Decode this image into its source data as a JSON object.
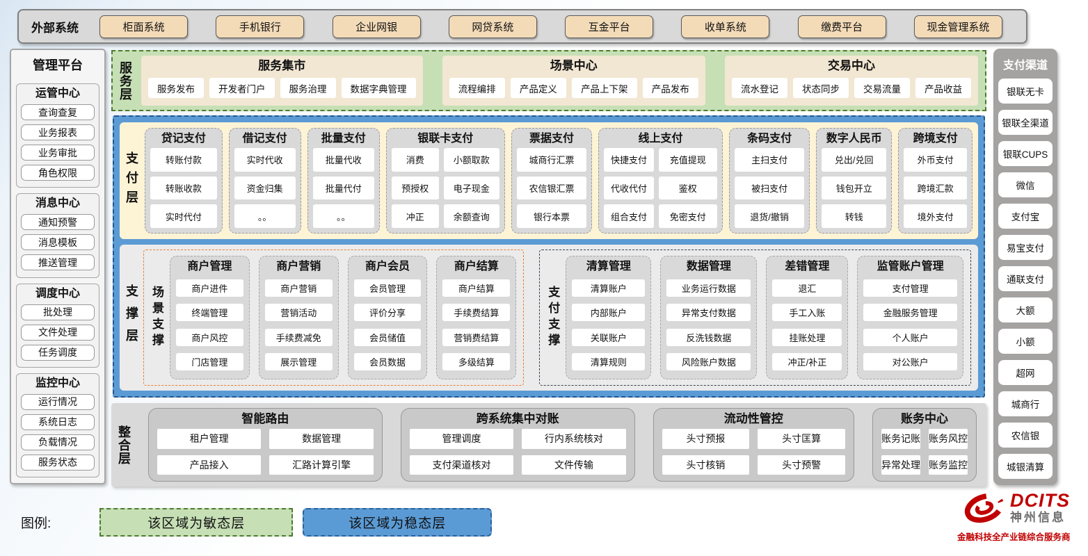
{
  "external_systems": {
    "label": "外部系统",
    "items": [
      "柜面系统",
      "手机银行",
      "企业网银",
      "网贷系统",
      "互金平台",
      "收单系统",
      "缴费平台",
      "现金管理系统"
    ]
  },
  "management_platform": {
    "title": "管理平台",
    "groups": [
      {
        "title": "运管中心",
        "items": [
          "查询查复",
          "业务报表",
          "业务审批",
          "角色权限"
        ]
      },
      {
        "title": "消息中心",
        "items": [
          "通知预警",
          "消息模板",
          "推送管理"
        ]
      },
      {
        "title": "调度中心",
        "items": [
          "批处理",
          "文件处理",
          "任务调度"
        ]
      },
      {
        "title": "监控中心",
        "items": [
          "运行情况",
          "系统日志",
          "负载情况",
          "服务状态"
        ]
      }
    ]
  },
  "service_layer": {
    "label": "服务层",
    "panels": [
      {
        "title": "服务集市",
        "items": [
          "服务发布",
          "开发者门户",
          "服务治理",
          "数据字典管理"
        ]
      },
      {
        "title": "场景中心",
        "items": [
          "流程编排",
          "产品定义",
          "产品上下架",
          "产品发布"
        ]
      },
      {
        "title": "交易中心",
        "items": [
          "流水登记",
          "状态同步",
          "交易流量",
          "产品收益"
        ]
      }
    ]
  },
  "payment_layer": {
    "label": "支付层",
    "groups": [
      {
        "title": "贷记支付",
        "cols": 1,
        "items": [
          "转账付款",
          "转账收款",
          "实时代付"
        ]
      },
      {
        "title": "借记支付",
        "cols": 1,
        "items": [
          "实时代收",
          "资金归集",
          "。。"
        ]
      },
      {
        "title": "批量支付",
        "cols": 1,
        "items": [
          "批量代收",
          "批量代付",
          "。。"
        ]
      },
      {
        "title": "银联卡支付",
        "cols": 2,
        "items": [
          "消费",
          "小额取款",
          "预授权",
          "电子现金",
          "冲正",
          "余额查询"
        ]
      },
      {
        "title": "票据支付",
        "cols": 1,
        "items": [
          "城商行汇票",
          "农信银汇票",
          "银行本票"
        ]
      },
      {
        "title": "线上支付",
        "cols": 2,
        "items": [
          "快捷支付",
          "充值提现",
          "代收代付",
          "鉴权",
          "组合支付",
          "免密支付"
        ]
      },
      {
        "title": "条码支付",
        "cols": 1,
        "items": [
          "主扫支付",
          "被扫支付",
          "退货/撤销"
        ]
      },
      {
        "title": "数字人民币",
        "cols": 1,
        "items": [
          "兑出/兑回",
          "钱包开立",
          "转钱"
        ]
      },
      {
        "title": "跨境支付",
        "cols": 1,
        "items": [
          "外币支付",
          "跨境汇款",
          "境外支付"
        ]
      }
    ]
  },
  "support_layer": {
    "label": "支撑层",
    "sections": [
      {
        "label": "场景支撑",
        "groups": [
          {
            "title": "商户管理",
            "items": [
              "商户进件",
              "终端管理",
              "商户风控",
              "门店管理"
            ]
          },
          {
            "title": "商户营销",
            "items": [
              "商户营销",
              "营销活动",
              "手续费减免",
              "展示管理"
            ]
          },
          {
            "title": "商户会员",
            "items": [
              "会员管理",
              "评价分享",
              "会员储值",
              "会员数据"
            ]
          },
          {
            "title": "商户结算",
            "items": [
              "商户结算",
              "手续费结算",
              "营销费结算",
              "多级结算"
            ]
          }
        ]
      },
      {
        "label": "支付支撑",
        "groups": [
          {
            "title": "清算管理",
            "items": [
              "清算账户",
              "内部账户",
              "关联账户",
              "清算规则"
            ]
          },
          {
            "title": "数据管理",
            "items": [
              "业务运行数据",
              "异常支付数据",
              "反洗钱数据",
              "风险账户数据"
            ]
          },
          {
            "title": "差错管理",
            "items": [
              "退汇",
              "手工入账",
              "挂账处理",
              "冲正/补正"
            ]
          },
          {
            "title": "监管账户管理",
            "items": [
              "支付管理",
              "金融服务管理",
              "个人账户",
              "对公账户"
            ]
          }
        ]
      }
    ]
  },
  "integration_layer": {
    "label": "整合层",
    "groups": [
      {
        "title": "智能路由",
        "items": [
          "租户管理",
          "数据管理",
          "产品接入",
          "汇路计算引擎"
        ]
      },
      {
        "title": "跨系统集中对账",
        "items": [
          "管理调度",
          "行内系统核对",
          "支付渠道核对",
          "文件传输"
        ]
      },
      {
        "title": "流动性管控",
        "items": [
          "头寸预报",
          "头寸匡算",
          "头寸核销",
          "头寸预警"
        ]
      },
      {
        "title": "账务中心",
        "items": [
          "账务记账",
          "账务风控",
          "异常处理",
          "账务监控"
        ]
      }
    ]
  },
  "payment_channels": {
    "title": "支付渠道",
    "items": [
      "银联无卡",
      "银联全渠道",
      "银联CUPS",
      "微信",
      "支付宝",
      "易宝支付",
      "通联支付",
      "大额",
      "小额",
      "超网",
      "城商行",
      "农信银",
      "城银清算"
    ]
  },
  "legend": {
    "label": "图例:",
    "items": [
      {
        "text": "该区域为敏态层",
        "type": "agile",
        "color": "#c6dfb5"
      },
      {
        "text": "该区域为稳态层",
        "type": "stable",
        "color": "#5b9bd5"
      }
    ]
  },
  "logo": {
    "brand": "DCITS",
    "company": "神州信息",
    "tagline": "金融科技全产业链综合服务商"
  },
  "colors": {
    "agile_green": "#c6dfb5",
    "agile_border": "#4e7a31",
    "stable_blue": "#5b9bd5",
    "stable_border": "#24568a",
    "payment_cream": "#fdf3d5",
    "external_button_tan": "#f4dbb8",
    "group_gray": "#d9d9d9",
    "scene_support_orange": "#ed7d31",
    "brand_red": "#c00000"
  }
}
